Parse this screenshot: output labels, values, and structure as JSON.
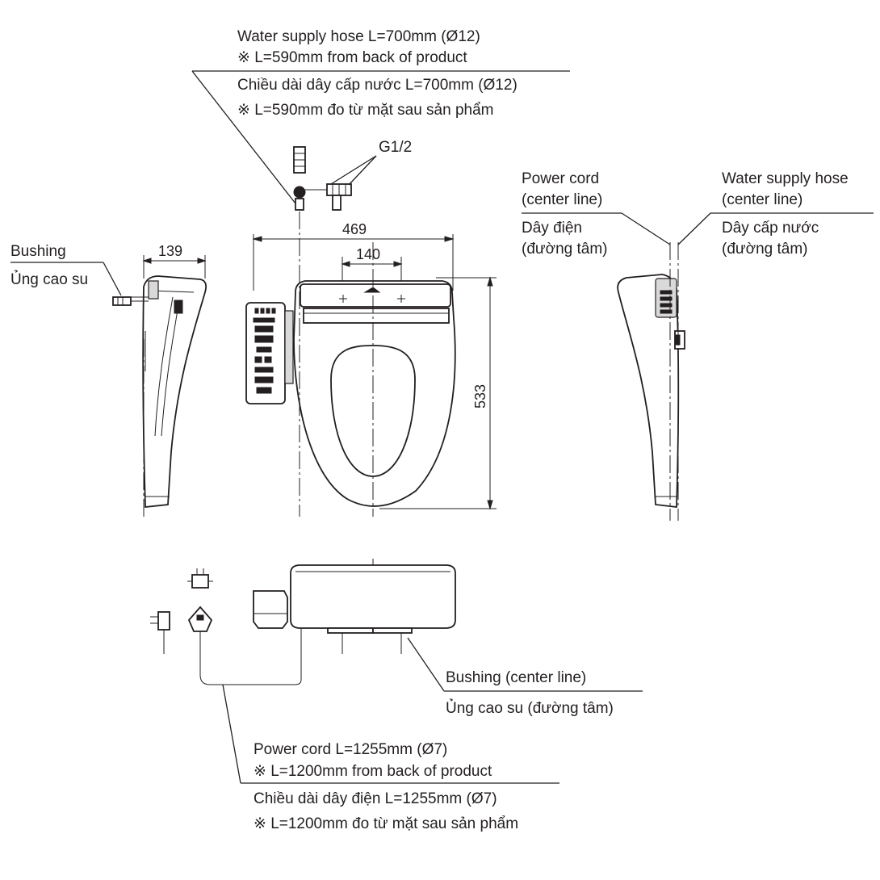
{
  "annotations": {
    "water_hose_top": {
      "en_line1": "Water supply hose L=700mm (Ø12)",
      "en_line2": "※ L=590mm from back of product",
      "vi_line1": "Chiều dài dây cấp nước L=700mm (Ø12)",
      "vi_line2": "※ L=590mm đo từ mặt sau sản phẩm"
    },
    "thread": "G1/2",
    "bushing_left": {
      "en": "Bushing",
      "vi": "Ủng cao su"
    },
    "power_cord_center": {
      "en_line1": "Power cord",
      "en_line2": "(center line)",
      "vi_line1": "Dây điện",
      "vi_line2": "(đường tâm)"
    },
    "water_hose_center": {
      "en_line1": "Water supply hose",
      "en_line2": "(center line)",
      "vi_line1": "Dây cấp nước",
      "vi_line2": "(đường tâm)"
    },
    "bushing_center": {
      "en": "Bushing (center line)",
      "vi": "Ủng cao su (đường tâm)"
    },
    "power_cord_bottom": {
      "en_line1": "Power cord L=1255mm (Ø7)",
      "en_line2": "※ L=1200mm from back of product",
      "vi_line1": "Chiều dài dây điện L=1255mm (Ø7)",
      "vi_line2": "※ L=1200mm đo từ mặt sau sản phẩm"
    }
  },
  "dimensions": {
    "overall_width": "469",
    "bolt_spacing": "140",
    "side_depth": "139",
    "overall_length": "533"
  }
}
